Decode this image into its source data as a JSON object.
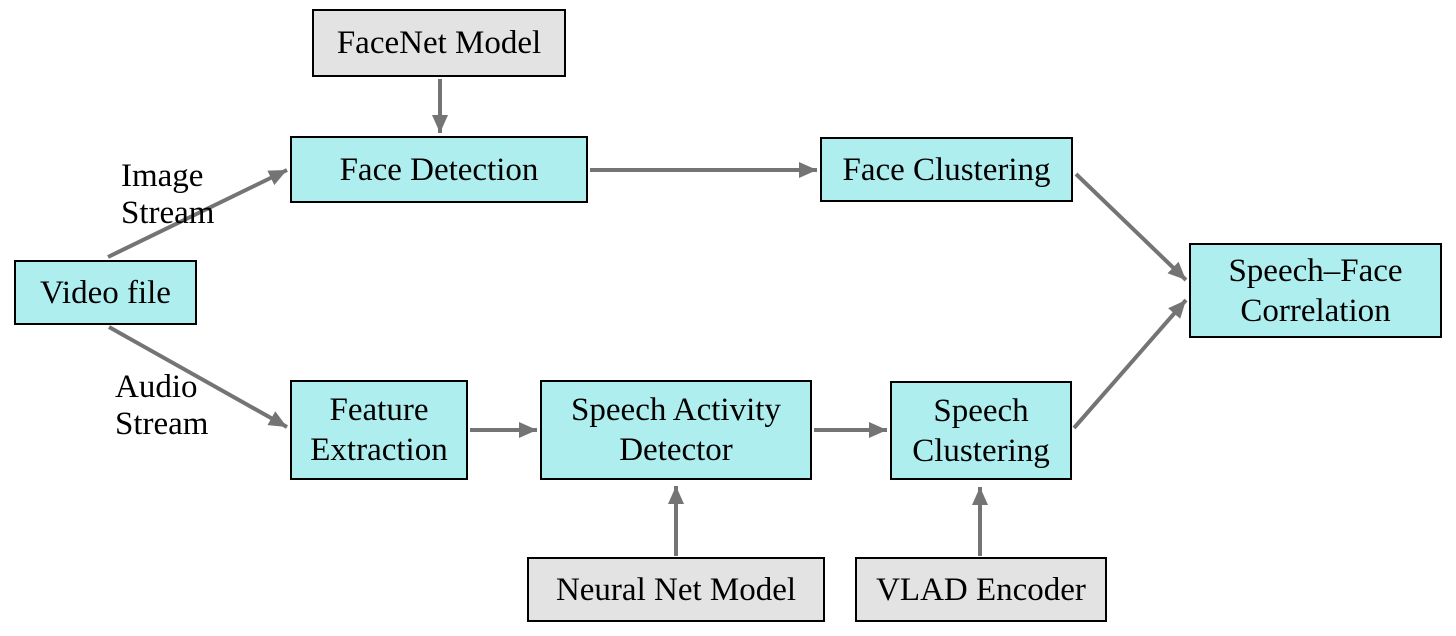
{
  "diagram": {
    "nodes": {
      "facenet_model": {
        "label": "FaceNet Model",
        "type": "model"
      },
      "face_detection": {
        "label": "Face Detection",
        "type": "process"
      },
      "face_clustering": {
        "label": "Face Clustering",
        "type": "process"
      },
      "video_file": {
        "label": "Video file",
        "type": "process"
      },
      "speech_face_correlation": {
        "label": "Speech–Face\nCorrelation",
        "type": "process"
      },
      "feature_extraction": {
        "label": "Feature\nExtraction",
        "type": "process"
      },
      "speech_activity_detector": {
        "label": "Speech Activity\nDetector",
        "type": "process"
      },
      "speech_clustering": {
        "label": "Speech\nClustering",
        "type": "process"
      },
      "neural_net_model": {
        "label": "Neural Net Model",
        "type": "model"
      },
      "vlad_encoder": {
        "label": "VLAD Encoder",
        "type": "model"
      }
    },
    "edge_labels": {
      "image_stream": "Image\nStream",
      "audio_stream": "Audio\nStream"
    },
    "edges": [
      {
        "from": "facenet_model",
        "to": "face_detection"
      },
      {
        "from": "video_file",
        "to": "face_detection",
        "label": "Image Stream"
      },
      {
        "from": "video_file",
        "to": "feature_extraction",
        "label": "Audio Stream"
      },
      {
        "from": "face_detection",
        "to": "face_clustering"
      },
      {
        "from": "face_clustering",
        "to": "speech_face_correlation"
      },
      {
        "from": "feature_extraction",
        "to": "speech_activity_detector"
      },
      {
        "from": "speech_activity_detector",
        "to": "speech_clustering"
      },
      {
        "from": "speech_clustering",
        "to": "speech_face_correlation"
      },
      {
        "from": "neural_net_model",
        "to": "speech_activity_detector"
      },
      {
        "from": "vlad_encoder",
        "to": "speech_clustering"
      }
    ],
    "colors": {
      "process_fill": "#AFEEEE",
      "model_fill": "#E3E3E3",
      "border": "#000000",
      "arrow": "#747474",
      "text": "#000000",
      "background": "#FFFFFF"
    }
  }
}
